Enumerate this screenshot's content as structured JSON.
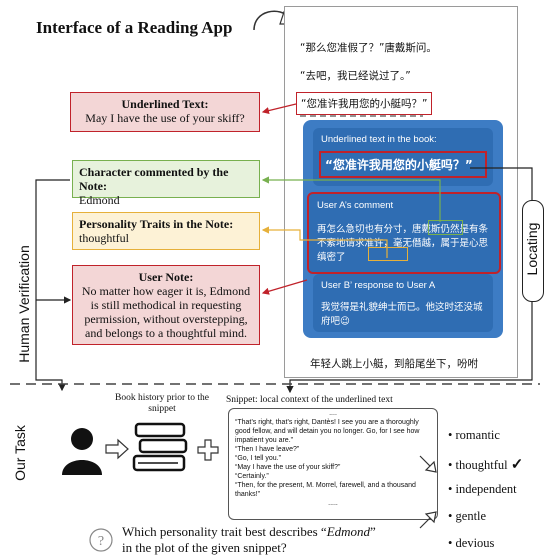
{
  "title": "Interface of a Reading App",
  "reader": {
    "line1": "“那么您准假了？”唐戴斯问。",
    "line2": "“去吧，我已经说过了。”",
    "line3": "“您准许我用您的小艇吗？”",
    "bottom_line": "年轻人跳上小艇，到船尾坐下，吩咐",
    "underlined_header": "Underlined text in the book:",
    "underlined_text": "“您准许我用您的小艇吗？”",
    "comment_header": "User A’s comment",
    "comment_text": "再怎么急切也有分寸，唐戴斯仍然是有条不紊地请求准许，毫无僭越，属于是心思缜密了",
    "response_header": "User B’ response to User A",
    "response_text": "我觉得是礼貌绅士而已。他这时还没城府吧😉"
  },
  "annotations": {
    "underlined": {
      "header": "Underlined Text:",
      "text": "May I have the use of your skiff?"
    },
    "character": {
      "header": "Character commented by the Note:",
      "text": "Edmond"
    },
    "trait": {
      "header": "Personality Traits in the Note:",
      "text": "thoughtful"
    },
    "note": {
      "header": "User Note:",
      "text": "No matter how eager it is, Edmond is still methodical in requesting permission, without overstepping, and belongs to a thoughtful mind."
    }
  },
  "labels": {
    "human_verification": "Human Verification",
    "locating": "Locating",
    "our_task": "Our Task",
    "book_history": "Book history prior to the snippet",
    "snippet_label": "Snippet: local context of the underlined text"
  },
  "snippet": {
    "dots_top": "....",
    "lines": [
      "“That’s right, that’s right, Dantès! I see you are a thoroughly good fellow, and will detain you no longer. Go, for I see how impatient you are.”",
      "“Then I have leave?”",
      "“Go, I tell you.”",
      "“May I have the use of your skiff?”",
      "“Certainly.”",
      "“Then, for the present, M. Morrel, farewell, and a thousand thanks!”"
    ],
    "dots_bottom": "....."
  },
  "options": [
    "romantic",
    "thoughtful",
    "independent",
    "gentle",
    "devious"
  ],
  "correct_mark": "✓",
  "question": {
    "prefix": "Which personality trait best describes “",
    "name": "Edmond",
    "suffix": "” in the plot of the given snippet?",
    "line2": "in the plot of the given snippet?"
  },
  "colors": {
    "red": "#c0222a",
    "green": "#78b04f",
    "yellow": "#e6b03a",
    "blue": "#3d7cc4"
  }
}
